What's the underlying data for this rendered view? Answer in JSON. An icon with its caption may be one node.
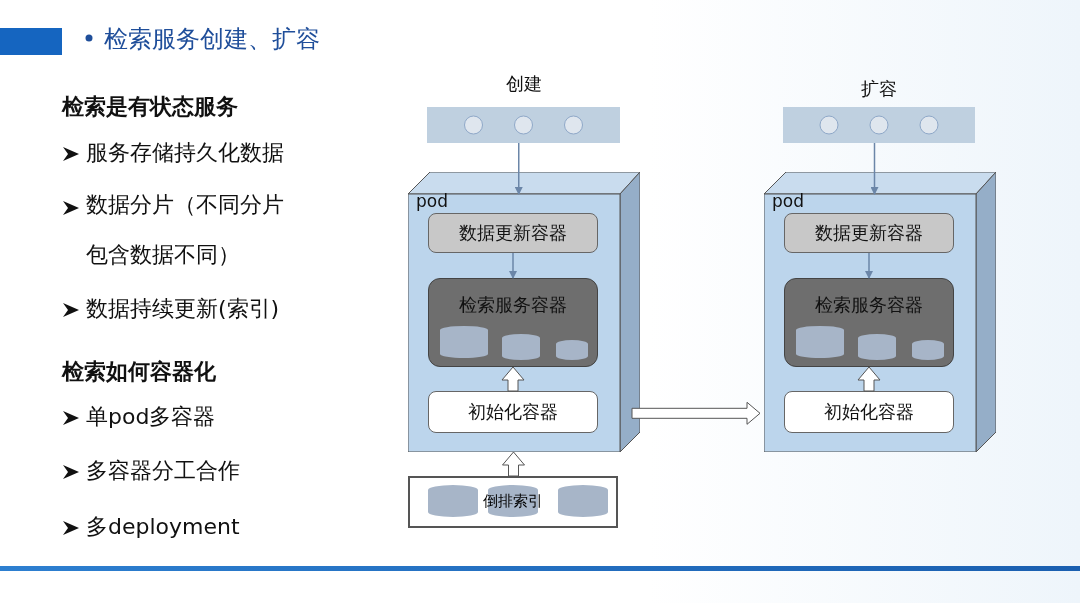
{
  "diagram": {
    "title": "检索服务创建、扩容",
    "nodes": [
      {
        "text": [],
        "shape": "bar",
        "beside": [
          "创建"
        ]
      },
      {
        "text": [
          "pod"
        ]
      },
      {
        "text": [
          "数据更新容器"
        ],
        "in": 1
      },
      {
        "text": [
          "检索服务容器"
        ],
        "in": 1
      },
      {
        "text": [
          "初始化容器"
        ],
        "in": 1
      },
      {
        "text": [
          "倒排索引"
        ]
      },
      {
        "text": [],
        "shape": "bar",
        "beside": [
          "扩容"
        ]
      },
      {
        "text": [
          "pod"
        ]
      },
      {
        "text": [
          "数据更新容器"
        ],
        "in": 7
      },
      {
        "text": [
          "检索服务容器"
        ],
        "in": 7
      },
      {
        "text": [
          "初始化容器"
        ],
        "in": 7
      }
    ],
    "edges": [
      {
        "from": 0,
        "to": 1,
        "arrow": "to"
      },
      {
        "from": 2,
        "to": 3,
        "arrow": "to"
      },
      {
        "from": 4,
        "to": 3,
        "arrow": "to",
        "style": "thick"
      },
      {
        "from": 5,
        "to": 1,
        "arrow": "to",
        "style": "thick"
      },
      {
        "from": 1,
        "to": 7,
        "arrow": "to",
        "style": "thick"
      },
      {
        "from": 6,
        "to": 7,
        "arrow": "to"
      },
      {
        "from": 8,
        "to": 9,
        "arrow": "to"
      },
      {
        "from": 10,
        "to": 9,
        "arrow": "to",
        "style": "thick"
      }
    ],
    "labels": [
      "检索是有状态服务",
      "服务存储持久化数据",
      "数据分片（不同分片包含数据不同）",
      "数据持续更新(索引)",
      "检索如何容器化",
      "单pod多容器",
      "多容器分工合作",
      "多deployment"
    ]
  }
}
